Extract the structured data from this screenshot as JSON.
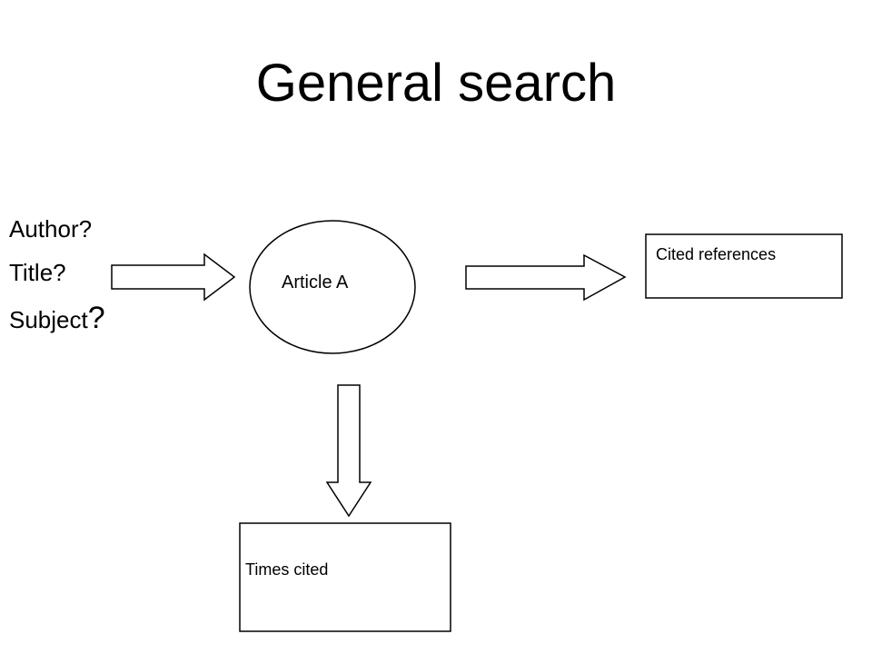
{
  "title": "General search",
  "query_fields": {
    "author": "Author?",
    "title": "Title?",
    "subject": "Subject",
    "subject_mark": "?"
  },
  "nodes": {
    "article": "Article A",
    "cited_references": "Cited references",
    "times_cited": "Times cited"
  },
  "colors": {
    "stroke": "#000000",
    "fill": "#ffffff",
    "text": "#000000"
  }
}
